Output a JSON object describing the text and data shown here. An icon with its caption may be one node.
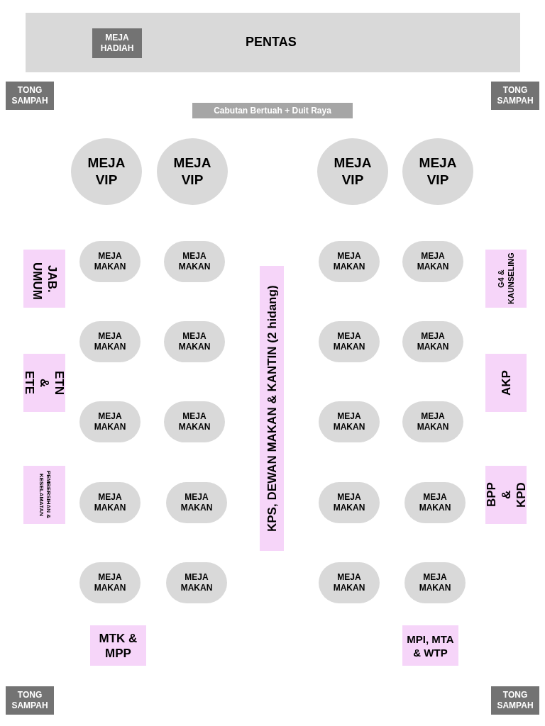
{
  "diagram": {
    "nodes": [
      {
        "text": [
          "PENTAS"
        ]
      },
      {
        "text": [
          "MEJA HADIAH"
        ],
        "in": 0
      },
      {
        "text": [
          "TONG SAMPAH"
        ]
      },
      {
        "text": [
          "TONG SAMPAH"
        ]
      },
      {
        "text": [
          "Cabutan Bertuah + Duit Raya"
        ]
      },
      {
        "text": [
          "MEJA VIP"
        ]
      },
      {
        "text": [
          "MEJA VIP"
        ]
      },
      {
        "text": [
          "MEJA VIP"
        ]
      },
      {
        "text": [
          "MEJA VIP"
        ]
      },
      {
        "text": [
          "JAB. UMUM"
        ]
      },
      {
        "text": [
          "MEJA MAKAN"
        ]
      },
      {
        "text": [
          "MEJA MAKAN"
        ]
      },
      {
        "text": [
          "MEJA MAKAN"
        ]
      },
      {
        "text": [
          "MEJA MAKAN"
        ]
      },
      {
        "text": [
          "KPS, DEWAN MAKAN & KANTIN (2 hidang)"
        ]
      },
      {
        "text": [
          "G4 & KAUNSELING"
        ]
      },
      {
        "text": [
          "MEJA MAKAN"
        ]
      },
      {
        "text": [
          "MEJA MAKAN"
        ]
      },
      {
        "text": [
          "MEJA MAKAN"
        ]
      },
      {
        "text": [
          "MEJA MAKAN"
        ]
      },
      {
        "text": [
          "ETN & ETE"
        ]
      },
      {
        "text": [
          "AKP"
        ]
      },
      {
        "text": [
          "MEJA MAKAN"
        ]
      },
      {
        "text": [
          "MEJA MAKAN"
        ]
      },
      {
        "text": [
          "MEJA MAKAN"
        ]
      },
      {
        "text": [
          "MEJA MAKAN"
        ]
      },
      {
        "text": [
          "PEMBERSIHAN & KESELAMATAN"
        ]
      },
      {
        "text": [
          "BPP & KPD"
        ]
      },
      {
        "text": [
          "MEJA MAKAN"
        ]
      },
      {
        "text": [
          "MEJA MAKAN"
        ]
      },
      {
        "text": [
          "MEJA MAKAN"
        ]
      },
      {
        "text": [
          "MEJA MAKAN"
        ]
      },
      {
        "text": [
          "MEJA MAKAN"
        ]
      },
      {
        "text": [
          "MEJA MAKAN"
        ]
      },
      {
        "text": [
          "MEJA MAKAN"
        ]
      },
      {
        "text": [
          "MEJA MAKAN"
        ]
      },
      {
        "text": [
          "MTK & MPP"
        ]
      },
      {
        "text": [
          "MPI, MTA & WTP"
        ]
      },
      {
        "text": [
          "TONG SAMPAH"
        ]
      },
      {
        "text": [
          "TONG SAMPAH"
        ]
      }
    ]
  }
}
